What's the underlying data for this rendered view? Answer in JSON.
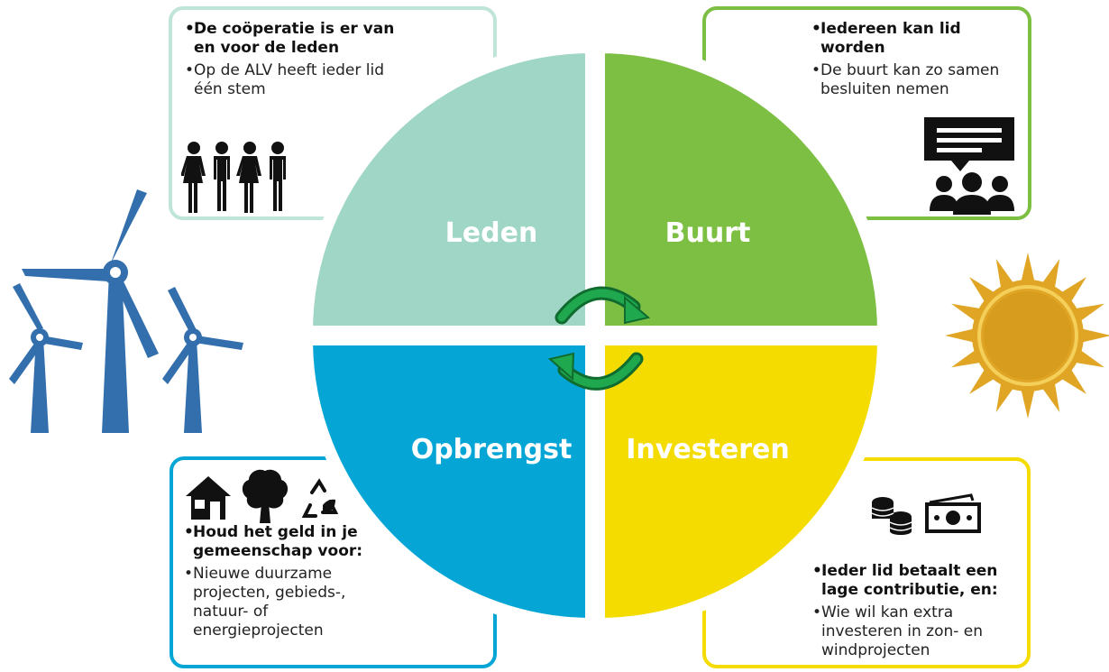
{
  "colors": {
    "leden": "#9fd6c5",
    "buurt": "#7dbf43",
    "opbrengst": "#05a5d6",
    "investeren": "#f4db00",
    "arrows": "#17a04a",
    "turbine": "#336fad",
    "sun": "#e0a524"
  },
  "quadrants": {
    "leden": "Leden",
    "buurt": "Buurt",
    "opbrengst": "Opbrengst",
    "investeren": "Investeren"
  },
  "cards": {
    "leden": {
      "bold": "De coöperatie is er van en voor de leden",
      "normal": "Op de ALV heeft ieder lid één stem",
      "icon": "people-row-icon"
    },
    "buurt": {
      "bold": "Iedereen kan lid worden",
      "normal": "De buurt kan zo samen besluiten nemen",
      "icon": "meeting-icon"
    },
    "opbrengst": {
      "bold": "Houd het geld in je gemeenschap voor:",
      "normal": "Nieuwe duurzame projecten, gebieds-, natuur- of energieprojecten",
      "icons": [
        "house-icon",
        "tree-icon",
        "recycle-icon"
      ]
    },
    "investeren": {
      "bold": "Ieder lid betaalt een lage contributie, en:",
      "normal": "Wie wil kan extra investeren in zon- en windprojecten",
      "icons": [
        "coins-icon",
        "banknote-icon"
      ]
    }
  },
  "decorations": [
    "wind-turbines-icon",
    "sun-icon",
    "cycle-arrows-icon"
  ]
}
